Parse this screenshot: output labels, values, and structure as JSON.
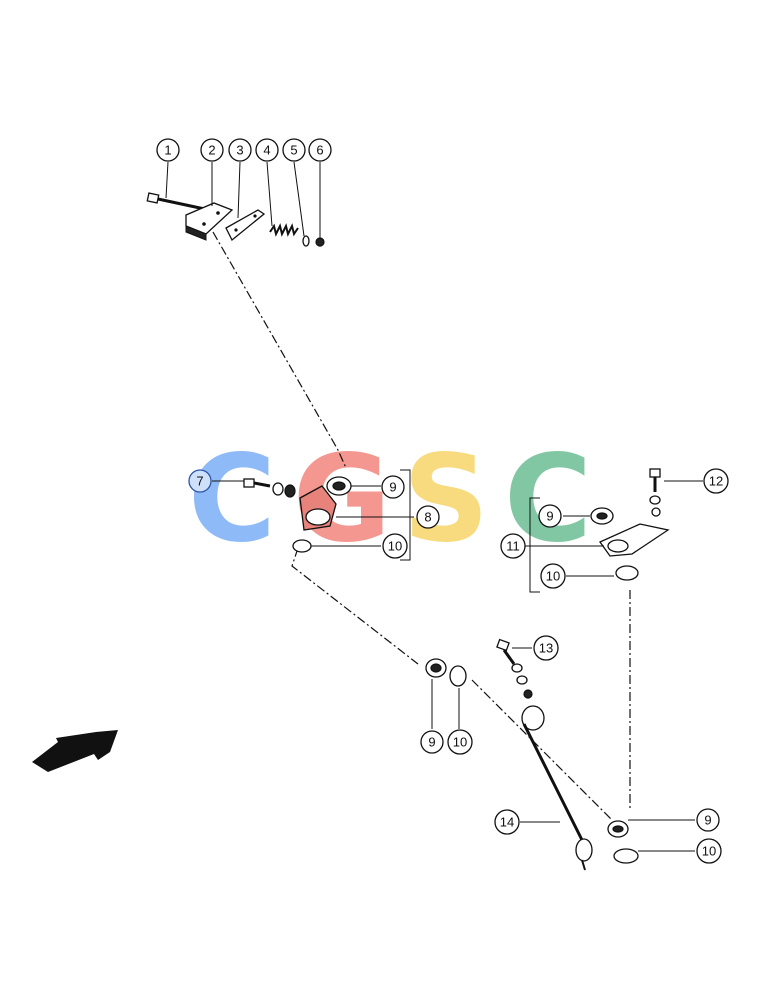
{
  "callouts": {
    "c1": "1",
    "c2": "2",
    "c3": "3",
    "c4": "4",
    "c5": "5",
    "c6": "6",
    "c7": "7",
    "c8": "8",
    "c9a": "9",
    "c10a": "10",
    "c9b": "9",
    "c10b": "10",
    "c11": "11",
    "c12": "12",
    "c13": "13",
    "c14": "14",
    "c9c": "9",
    "c10c": "10",
    "c9d": "9",
    "c10d": "10"
  },
  "watermark": {
    "letters": [
      "C",
      "G",
      "S",
      "C"
    ],
    "colors": [
      "#6fa8f5",
      "#f07a72",
      "#f6d25a",
      "#5fb88a"
    ]
  },
  "colors": {
    "line": "#111111",
    "callout_7_fill": "#cfe0fb",
    "part_8_fill": "#e8837b"
  },
  "icons": {
    "direction": "direction-arrow-icon"
  }
}
